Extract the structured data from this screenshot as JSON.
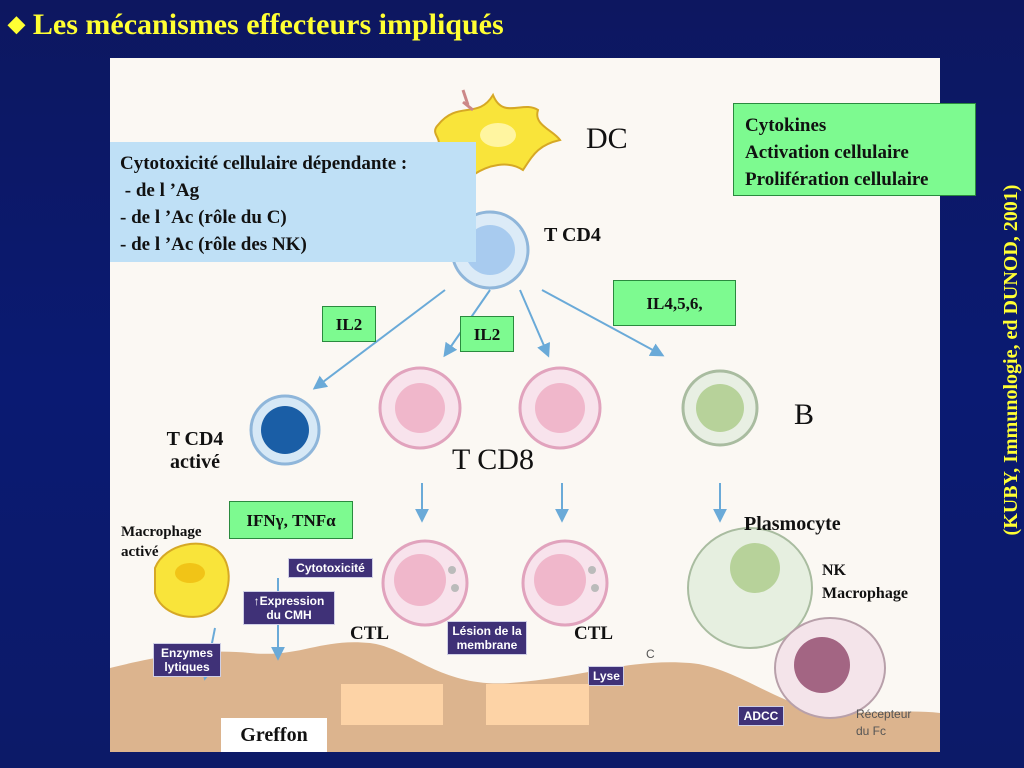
{
  "title": "Les mécanismes effecteurs impliqués",
  "cytotoxicity_box": {
    "lines": [
      "Cytotoxicité cellulaire dépendante :",
      " - de l ’Ag",
      "- de l ’Ac (rôle du C)",
      "- de l ’Ac (rôle des NK)"
    ]
  },
  "cytokines_box": {
    "lines": [
      "Cytokines",
      "Activation cellulaire",
      "Prolifération cellulaire"
    ]
  },
  "cells": {
    "dc": "DC",
    "tcd4": "T CD4",
    "tcd4_active": [
      "T CD4",
      "activé"
    ],
    "tcd8": "T CD8",
    "b": "B",
    "plasmocyte": "Plasmocyte",
    "nk_macrophage": [
      "NK",
      "Macrophage"
    ],
    "macrophage_active": [
      "Macrophage",
      "activé"
    ],
    "ctl_left": "CTL",
    "ctl_right": "CTL",
    "greffon": "Greffon"
  },
  "cytokine_labels": {
    "il2_left": "IL2",
    "il2_center": "IL2",
    "il456": "IL4,5,6,",
    "ifn_tnf": "IFNγ, TNFα"
  },
  "mechanism_tags": {
    "cytotoxicite": "Cytotoxicité",
    "expression_cmh": [
      "↑Expression",
      "du CMH"
    ],
    "enzymes_lytiques": [
      "Enzymes",
      "lytiques"
    ],
    "lesion_membrane": [
      "Lésion de la",
      "membrane"
    ],
    "lyse": "Lyse",
    "adcc": "ADCC"
  },
  "small_labels": {
    "c": "C",
    "recepteur_fc": [
      "Récepteur",
      "du Fc"
    ]
  },
  "credit": "(KUBY, Immunologie, ed DUNOD, 2001)",
  "colors": {
    "background": "#0c1a6e",
    "title": "#ffff33",
    "cyto_box": "#bfe0f6",
    "green_box": "#7dfa90",
    "tag": "#3f3177",
    "tissue": "#ddb792"
  }
}
